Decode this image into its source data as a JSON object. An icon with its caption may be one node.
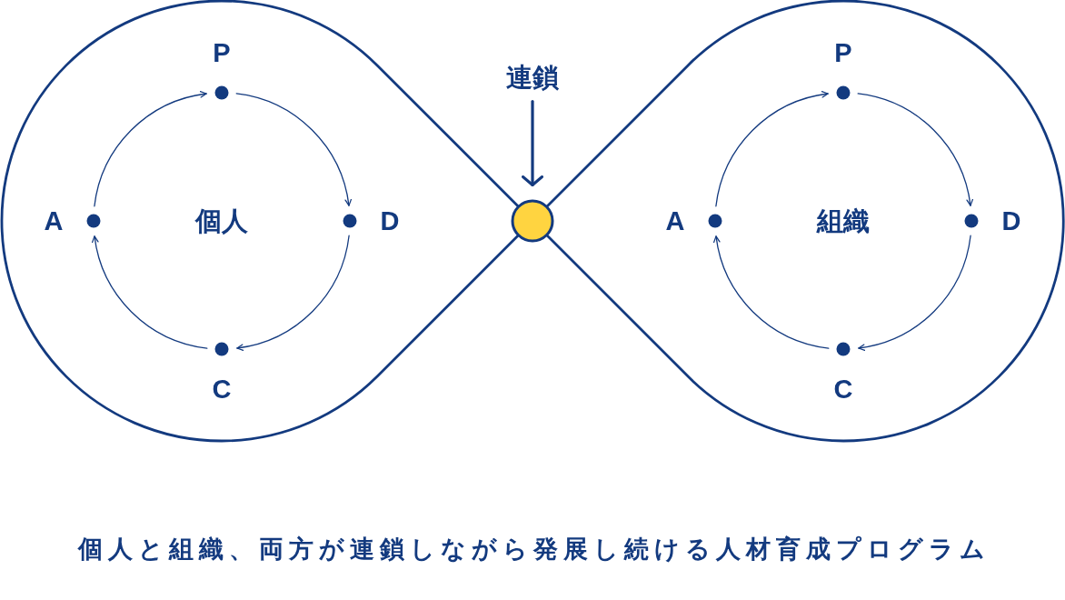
{
  "diagram": {
    "caption": "個人と組織、両方が連鎖しながら発展し続ける人材育成プログラム",
    "nodes": [
      {
        "text": [
          "個人"
        ]
      },
      {
        "text": [
          "P"
        ],
        "in": 0
      },
      {
        "text": [
          "D"
        ],
        "in": 0
      },
      {
        "text": [
          "C"
        ],
        "in": 0
      },
      {
        "text": [
          "A"
        ],
        "in": 0
      },
      {
        "text": [
          "連鎖"
        ]
      },
      {
        "text": [],
        "shape": "circle"
      },
      {
        "text": [
          "組織"
        ]
      },
      {
        "text": [
          "P"
        ],
        "in": 7
      },
      {
        "text": [
          "D"
        ],
        "in": 7
      },
      {
        "text": [
          "C"
        ],
        "in": 7
      },
      {
        "text": [
          "A"
        ],
        "in": 7
      }
    ],
    "edges": [
      {
        "from": 4,
        "to": 1,
        "arrow": "to"
      },
      {
        "from": 1,
        "to": 2,
        "arrow": "to"
      },
      {
        "from": 2,
        "to": 3,
        "arrow": "to"
      },
      {
        "from": 3,
        "to": 4,
        "arrow": "to"
      },
      {
        "from": 5,
        "to": 6,
        "arrow": "to",
        "style": "thick"
      },
      {
        "from": 11,
        "to": 8,
        "arrow": "to"
      },
      {
        "from": 8,
        "to": 9,
        "arrow": "to"
      },
      {
        "from": 9,
        "to": 10,
        "arrow": "to"
      },
      {
        "from": 10,
        "to": 11,
        "arrow": "to"
      }
    ]
  }
}
